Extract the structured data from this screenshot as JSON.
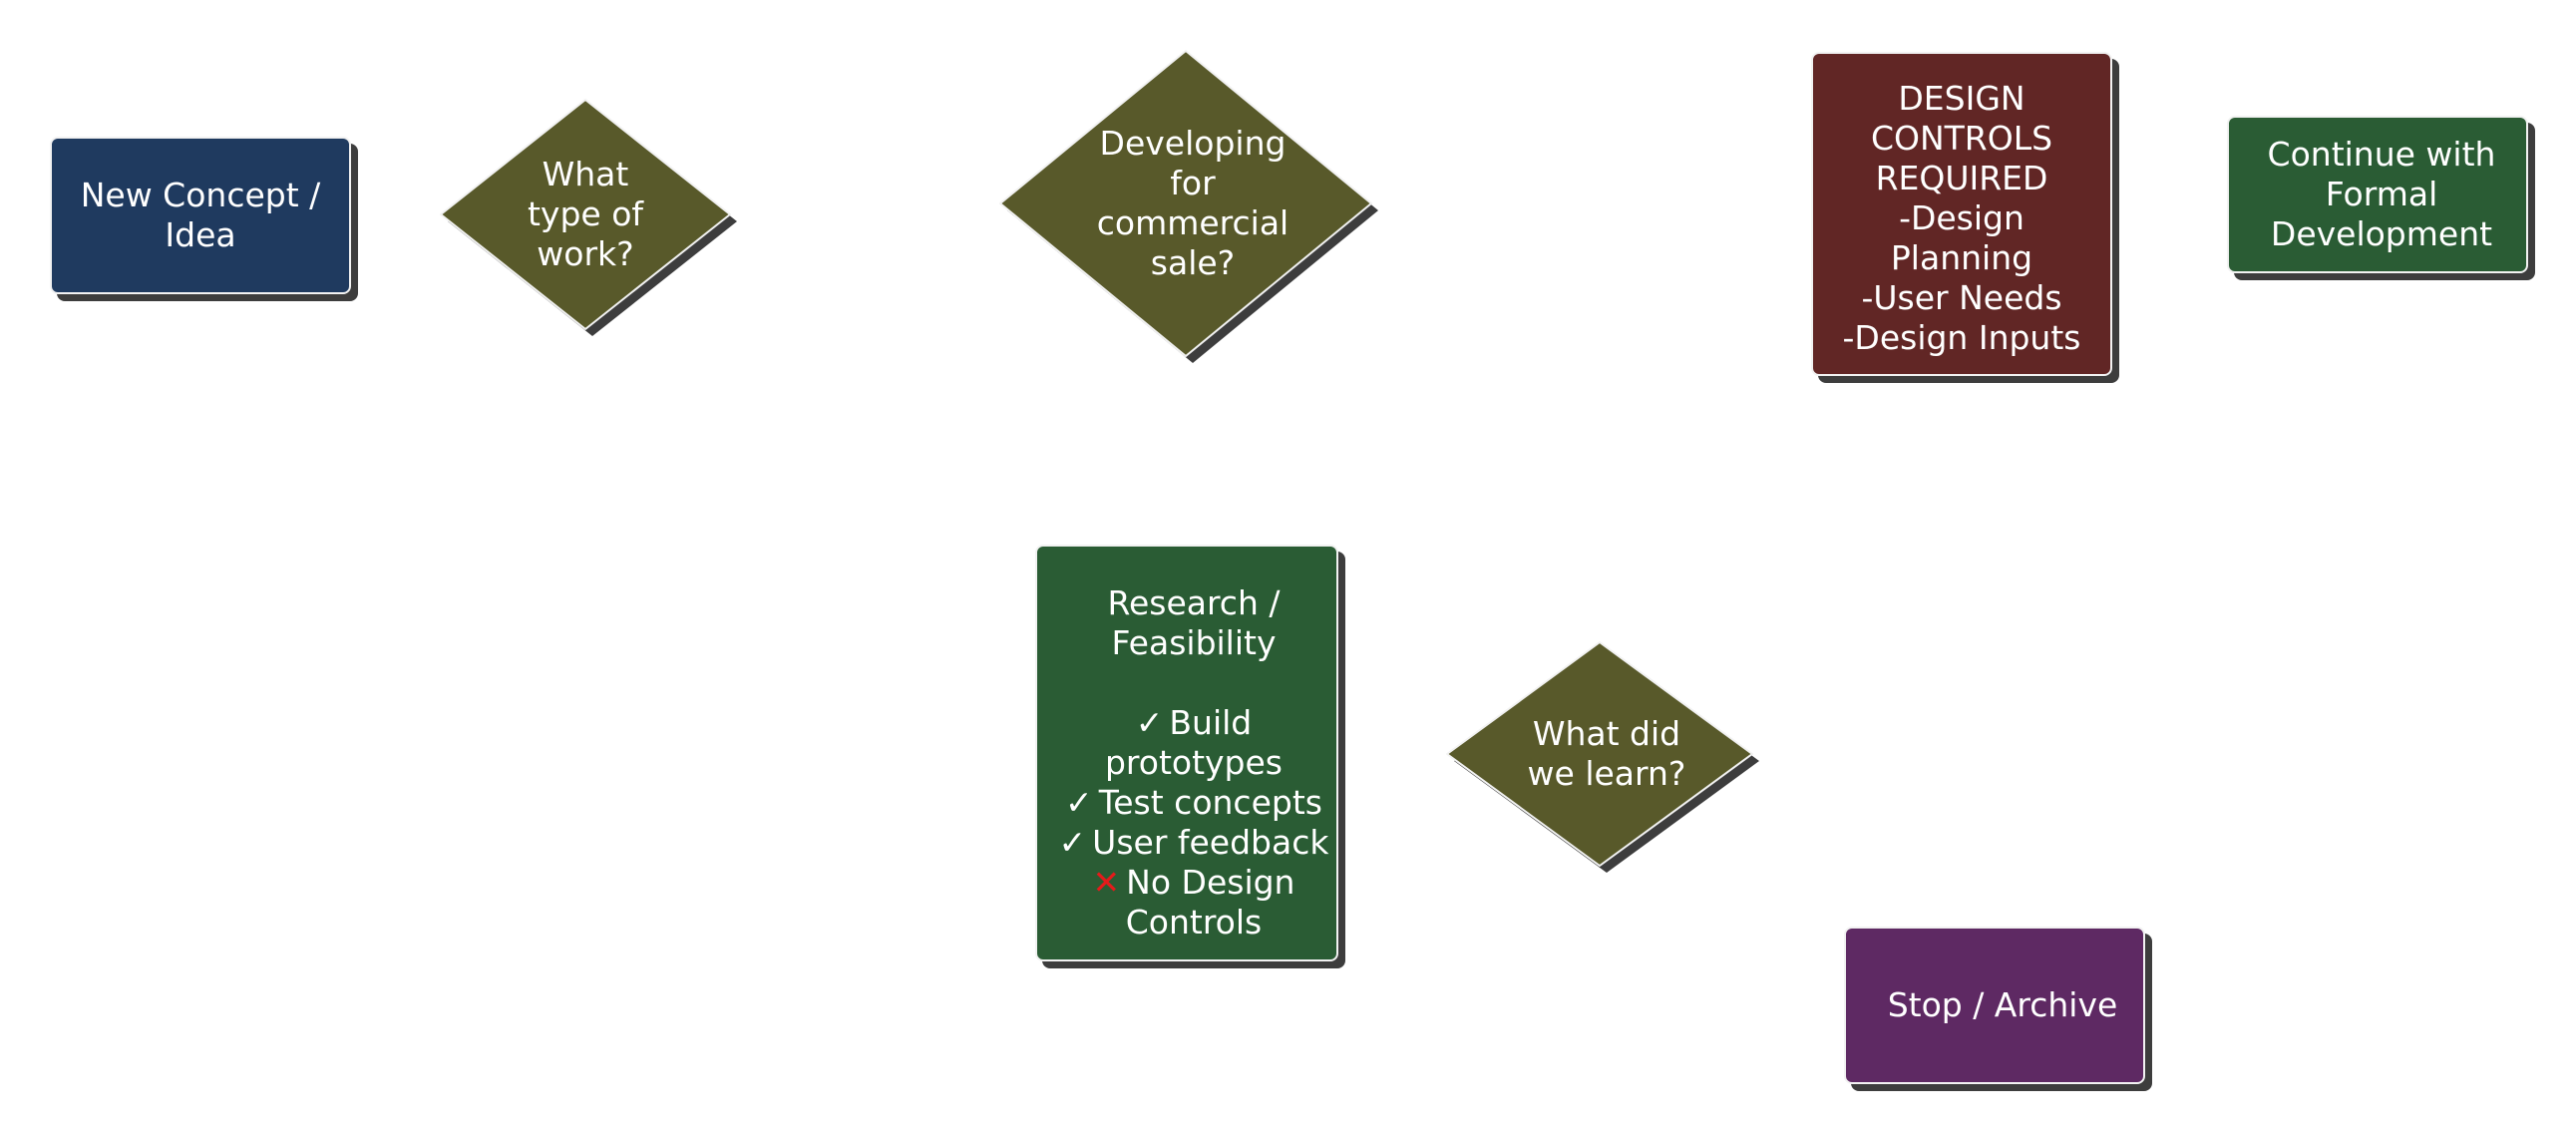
{
  "colors": {
    "navy": "#1f3a5f",
    "olive": "#58592a",
    "maroon": "#612625",
    "forest": "#2a5c34",
    "plum": "#5e2963",
    "shadow": "#3d3d3d",
    "cross_red": "#e41b1b"
  },
  "nodes": {
    "new_concept": {
      "label": "New Concept /\nIdea"
    },
    "work_type": {
      "label": "What\ntype of\nwork?"
    },
    "commercial": {
      "label": "Developing\nfor\ncommercial\nsale?"
    },
    "design_controls": {
      "label": "DESIGN\nCONTROLS\nREQUIRED\n-Design\nPlanning\n-User Needs\n-Design Inputs"
    },
    "formal_dev": {
      "label": "Continue with\nFormal\nDevelopment"
    },
    "research": {
      "title_line1": "Research /",
      "title_line2": "Feasibility",
      "items": [
        {
          "icon": "check-icon",
          "text": "Build"
        },
        {
          "text": "prototypes"
        },
        {
          "icon": "check-icon",
          "text": "Test concepts"
        },
        {
          "icon": "check-icon",
          "text": "User feedback"
        },
        {
          "icon": "cross-icon",
          "text": "No Design"
        },
        {
          "text": "Controls"
        }
      ]
    },
    "learned": {
      "label": "What did\nwe learn?"
    },
    "stop": {
      "label": "Stop / Archive"
    }
  },
  "icons": {
    "check": "✓",
    "cross": "✕"
  }
}
